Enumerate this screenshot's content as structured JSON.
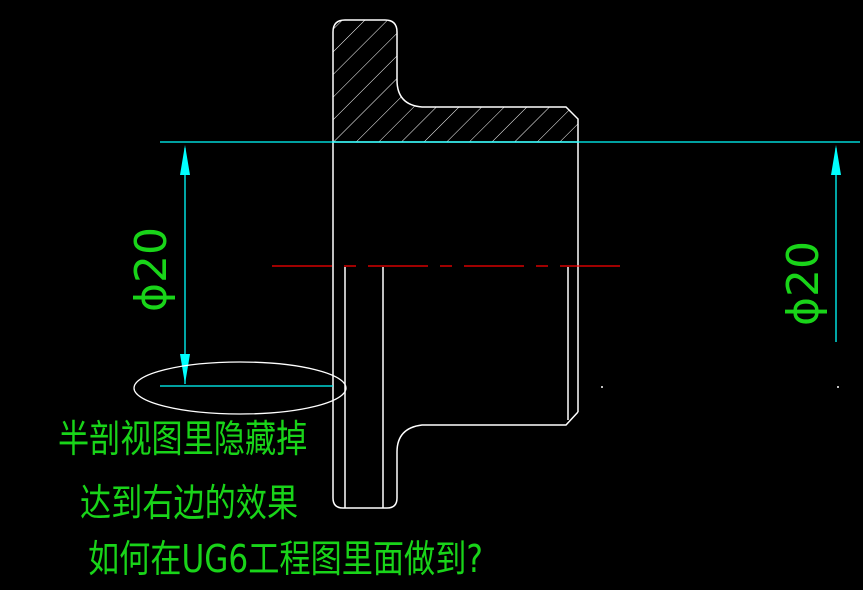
{
  "colors": {
    "background": "#000000",
    "outline": "#ffffff",
    "dimension": "#00ffff",
    "centerline": "#ff0000",
    "annotation": "#19d419"
  },
  "dimensions": {
    "left": "ϕ20",
    "right": "ϕ20"
  },
  "annotation": {
    "line1": "半剖视图里隐藏掉",
    "line2": "达到右边的效果",
    "line3": "如何在UG6工程图里面做到?"
  }
}
